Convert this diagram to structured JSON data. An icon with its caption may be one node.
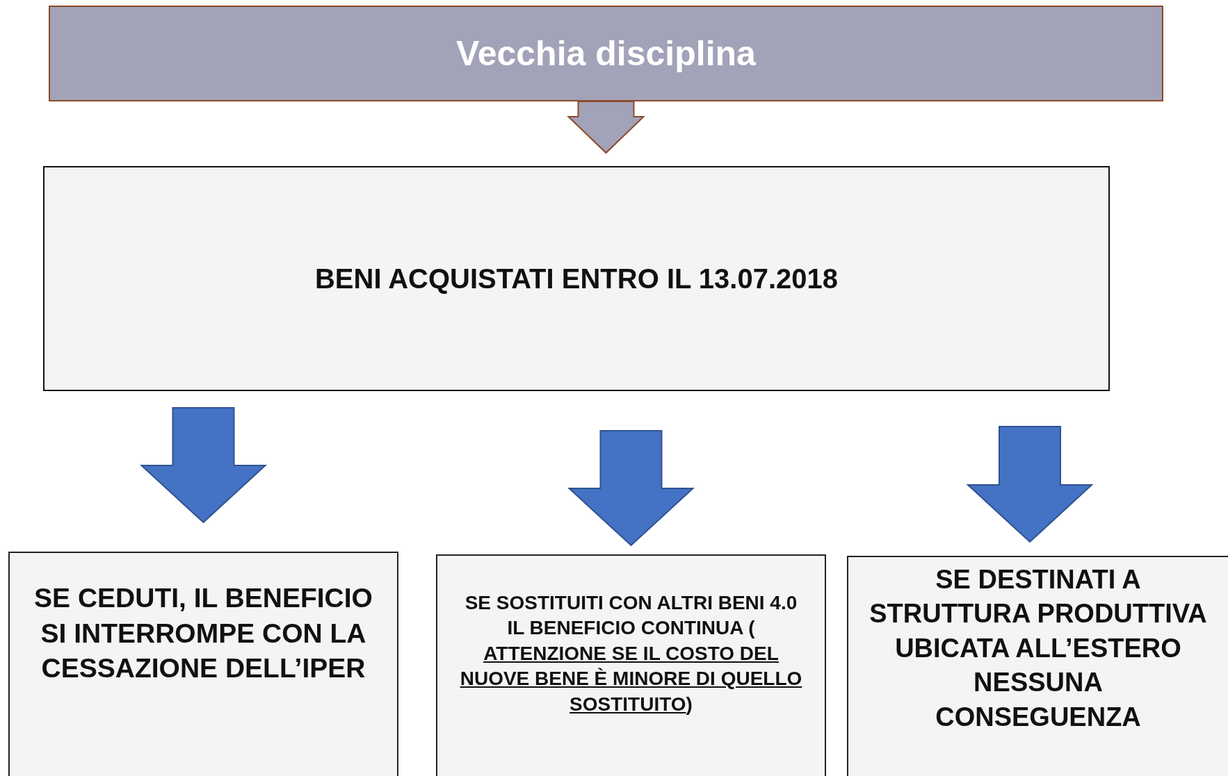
{
  "diagram": {
    "nodes": [
      {
        "text": [
          "Vecchia disciplina"
        ]
      },
      {
        "text": [
          "BENI ACQUISTATI ENTRO IL 13.07.2018"
        ]
      },
      {
        "text": [
          "SE CEDUTI, IL BENEFICIO SI INTERROMPE CON LA CESSAZIONE DELL’IPER"
        ]
      },
      {
        "text": [
          "SE SOSTITUITI CON ALTRI BENI 4.0 IL BENEFICIO CONTINUA (",
          "ATTENZIONE SE IL COSTO DEL NUOVE BENE È MINORE DI QUELLO SOSTITUITO",
          ")"
        ]
      },
      {
        "text": [
          "SE DESTINATI A STRUTTURA PRODUTTIVA UBICATA ALL’ESTERO NESSUNA CONSEGUENZA"
        ]
      }
    ],
    "edges": [
      {
        "from": 0,
        "to": 1,
        "arrow": "to",
        "style": "thick",
        "color": "#a2a2b8"
      },
      {
        "from": 1,
        "to": 2,
        "arrow": "to",
        "style": "thick"
      },
      {
        "from": 1,
        "to": 3,
        "arrow": "to",
        "style": "thick"
      },
      {
        "from": 1,
        "to": 4,
        "arrow": "to",
        "style": "thick"
      }
    ]
  }
}
